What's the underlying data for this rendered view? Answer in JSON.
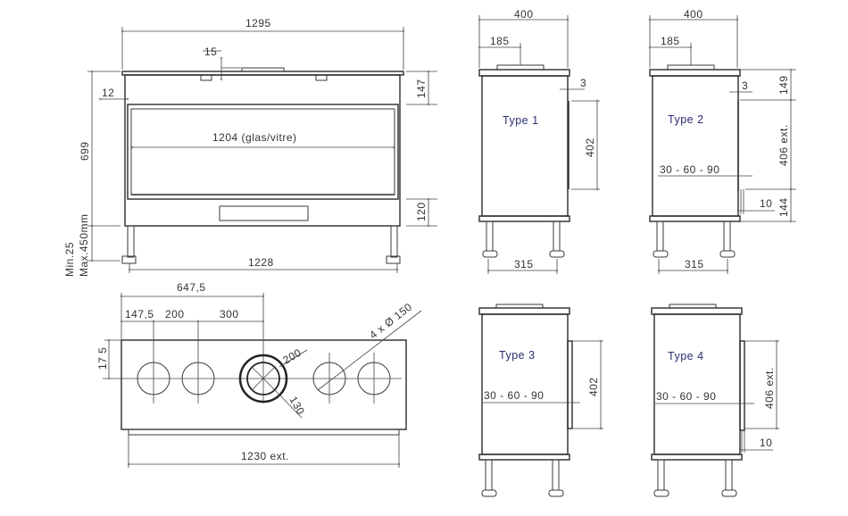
{
  "front_view": {
    "width_overall": "1295",
    "top_offset": "15",
    "side_offset": "12",
    "height_total": "699",
    "glass_width": "1204 (glas/vitre)",
    "top_to_glass": "147",
    "glass_to_bottom": "120",
    "leg_spacing": "1228",
    "leg_min": "Min.25",
    "leg_max": "Max.450mm"
  },
  "top_view": {
    "to_center": "647,5",
    "first_hole": "147,5",
    "hole_spacing": "200",
    "to_flue": "300",
    "depth_to_center": "17 5",
    "holes": "4 x Ø 150",
    "flue_outer": "200",
    "flue_inner": "130",
    "width_ext": "1230 ext."
  },
  "side_views": [
    {
      "type": "Type  1",
      "depth": "400",
      "flue_pos": "185",
      "gap": "3",
      "panel_height": "402",
      "leg_spacing": "315"
    },
    {
      "type": "Type  2",
      "depth": "400",
      "flue_pos": "185",
      "gap": "3",
      "top": "149",
      "panel_height": "406 ext.",
      "bottom": "144",
      "offset": "30  -  60  -  90",
      "gap_bottom": "10",
      "leg_spacing": "315"
    },
    {
      "type": "Type  3",
      "panel_height": "402",
      "offset": "30  -  60  -  90"
    },
    {
      "type": "Type  4",
      "panel_height": "406 ext.",
      "offset": "30  -  60  -  90",
      "gap_bottom": "10"
    }
  ]
}
